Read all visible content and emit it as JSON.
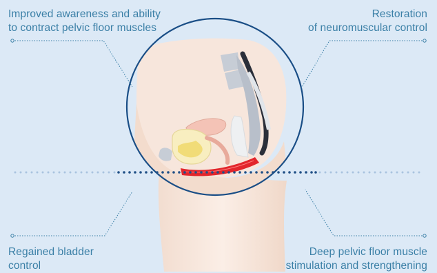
{
  "labels": {
    "top_left": {
      "line1": "Improved awareness and ability",
      "line2": "to contract pelvic floor muscles"
    },
    "top_right": {
      "line1": "Restoration",
      "line2": "of neuromuscular control"
    },
    "bottom_left": {
      "line1": "Regained bladder",
      "line2": "control"
    },
    "bottom_right": {
      "line1": "Deep pelvic floor muscle",
      "line2": "stimulation and strengthening"
    }
  },
  "colors": {
    "background": "#dce9f6",
    "text": "#3a7fa6",
    "circle": "#1a4e86",
    "dots": "#1f4f86",
    "muscle": "#e2262c",
    "skin": "#f6e7dc"
  }
}
